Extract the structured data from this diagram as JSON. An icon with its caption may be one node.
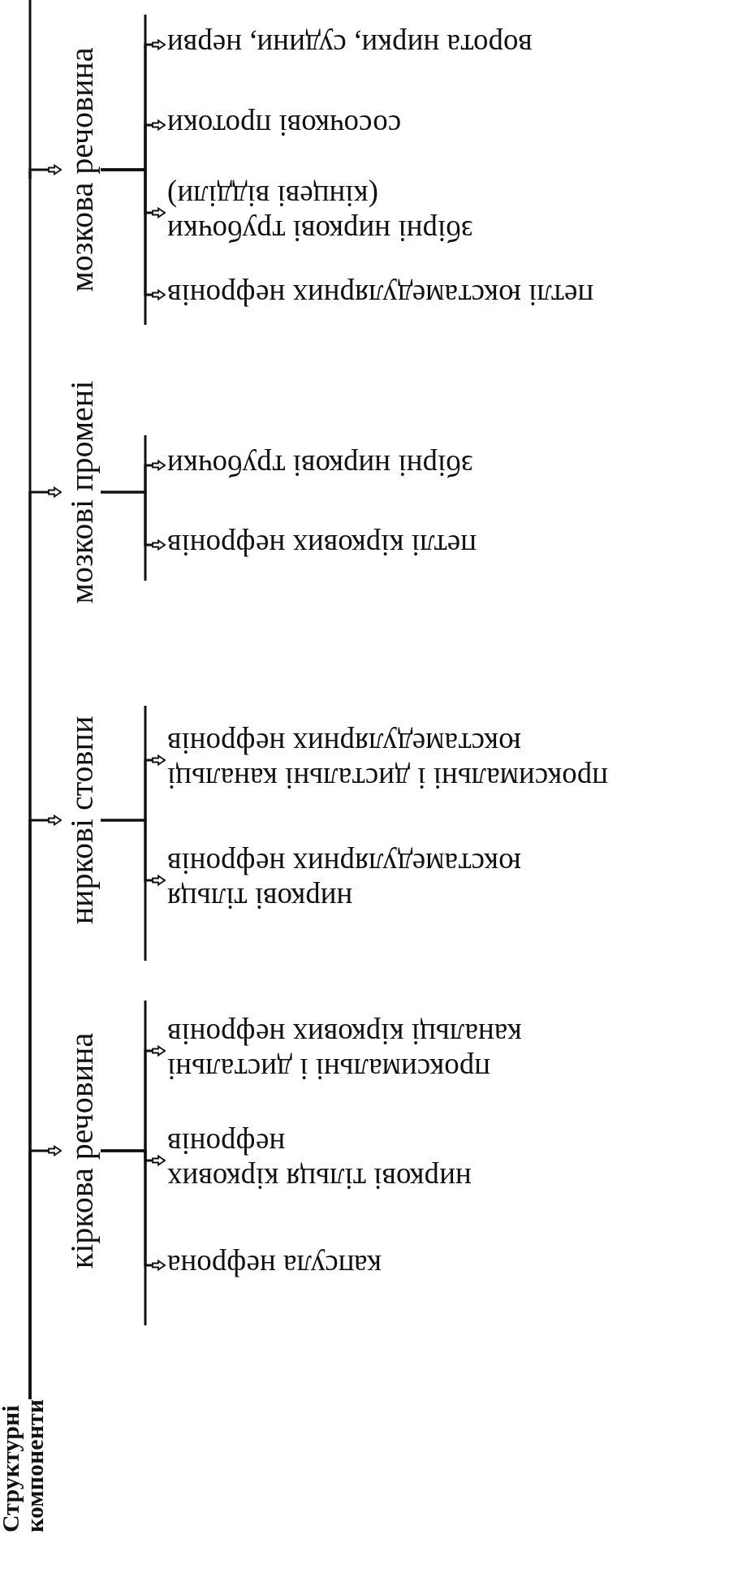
{
  "diagram": {
    "nodes": [
      {
        "text": [
          "Структурні компоненти"
        ]
      },
      {
        "text": [
          "кіркова речовина"
        ]
      },
      {
        "text": [
          "ниркові стовпи"
        ]
      },
      {
        "text": [
          "мозкові промені"
        ]
      },
      {
        "text": [
          "мозкова речовина"
        ]
      },
      {
        "text": [
          "капсула нефрона"
        ]
      },
      {
        "text": [
          "ниркові тільця кіркових нефронів"
        ]
      },
      {
        "text": [
          "проксимальні і дистальні канальці кіркових нефронів"
        ]
      },
      {
        "text": [
          "ниркові тільця юкстамедулярних нефронів"
        ]
      },
      {
        "text": [
          "проксимальні і дистальні канальці юкстамедулярних нефронів"
        ]
      },
      {
        "text": [
          "петлі кіркових нефронів"
        ]
      },
      {
        "text": [
          "збірні ниркові трубочки"
        ]
      },
      {
        "text": [
          "петлі юкстамедулярних нефронів"
        ]
      },
      {
        "text": [
          "збірні ниркові трубочки (кінцеві відділи)"
        ]
      },
      {
        "text": [
          "сосочкові протоки"
        ]
      },
      {
        "text": [
          "ворота нирки, судини, нерви"
        ]
      }
    ],
    "edges": [
      {
        "from": 0,
        "to": 1,
        "arrow": "to"
      },
      {
        "from": 0,
        "to": 2,
        "arrow": "to"
      },
      {
        "from": 0,
        "to": 3,
        "arrow": "to"
      },
      {
        "from": 0,
        "to": 4,
        "arrow": "to"
      },
      {
        "from": 1,
        "to": 5,
        "arrow": "to"
      },
      {
        "from": 1,
        "to": 6,
        "arrow": "to"
      },
      {
        "from": 1,
        "to": 7,
        "arrow": "to"
      },
      {
        "from": 2,
        "to": 8,
        "arrow": "to"
      },
      {
        "from": 2,
        "to": 9,
        "arrow": "to"
      },
      {
        "from": 3,
        "to": 10,
        "arrow": "to"
      },
      {
        "from": 3,
        "to": 11,
        "arrow": "to"
      },
      {
        "from": 4,
        "to": 12,
        "arrow": "to"
      },
      {
        "from": 4,
        "to": 13,
        "arrow": "to"
      },
      {
        "from": 4,
        "to": 14,
        "arrow": "to"
      },
      {
        "from": 4,
        "to": 15,
        "arrow": "to"
      }
    ]
  }
}
